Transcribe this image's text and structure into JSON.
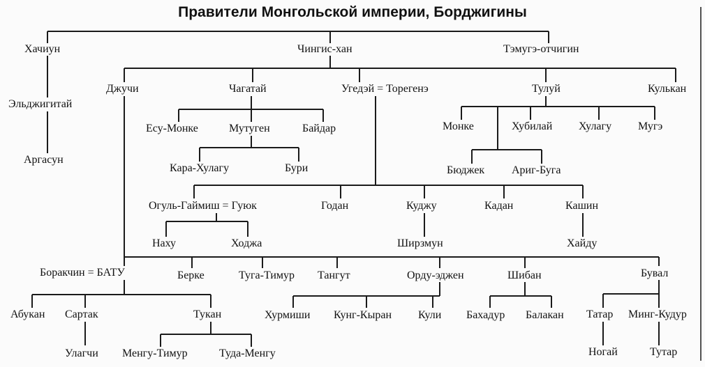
{
  "title": "Правители Монгольской империи, Борджигины",
  "people": {
    "khachiun": "Хачиун",
    "chinggis": "Чингис-хан",
    "temuge": "Тэмугэ-отчигин",
    "eldzhigitai": "Эльджигитай",
    "argasun": "Аргасун",
    "jochi": "Джучи",
    "chagatai": "Чагатай",
    "ugedei": "Угедэй = Торегенэ",
    "tolui": "Тулуй",
    "kulkan": "Кулькан",
    "esu_monke": "Есу-Монке",
    "mutugen": "Мутуген",
    "baidar": "Байдар",
    "monke": "Монке",
    "khubilai": "Хубилай",
    "khulagu": "Хулагу",
    "muge": "Мугэ",
    "kara_khulagu": "Кара-Хулагу",
    "buri": "Бури",
    "budzhek": "Бюджек",
    "arig_buga": "Ариг-Буга",
    "gayuk": "Огуль-Гаймиш = Гуюк",
    "godan": "Годан",
    "kudzhu": "Куджу",
    "kadan": "Кадан",
    "kashin": "Кашин",
    "nakhu": "Наху",
    "khodzha": "Ходжа",
    "shirzmun": "Ширзмун",
    "khaidu": "Хайду",
    "batu": "Боракчин = БАТУ",
    "berke": "Берке",
    "tuga_timur": "Туга-Тимур",
    "tangut": "Тангут",
    "ordu": "Орду-эджен",
    "shiban": "Шибан",
    "buval": "Бувал",
    "abukan": "Абукан",
    "sartak": "Сартак",
    "tukan": "Тукан",
    "khurmishi": "Хурмиши",
    "kung_kyran": "Кунг-Кыран",
    "kuli": "Кули",
    "bakhadur": "Бахадур",
    "balakan": "Балакан",
    "tatar": "Татар",
    "ming_kudur": "Минг-Кудур",
    "ulagchi": "Улагчи",
    "mengu_timur": "Менгу-Тимур",
    "tuda_mengu": "Туда-Менгу",
    "nogai": "Ногай",
    "tutar": "Тутар"
  }
}
